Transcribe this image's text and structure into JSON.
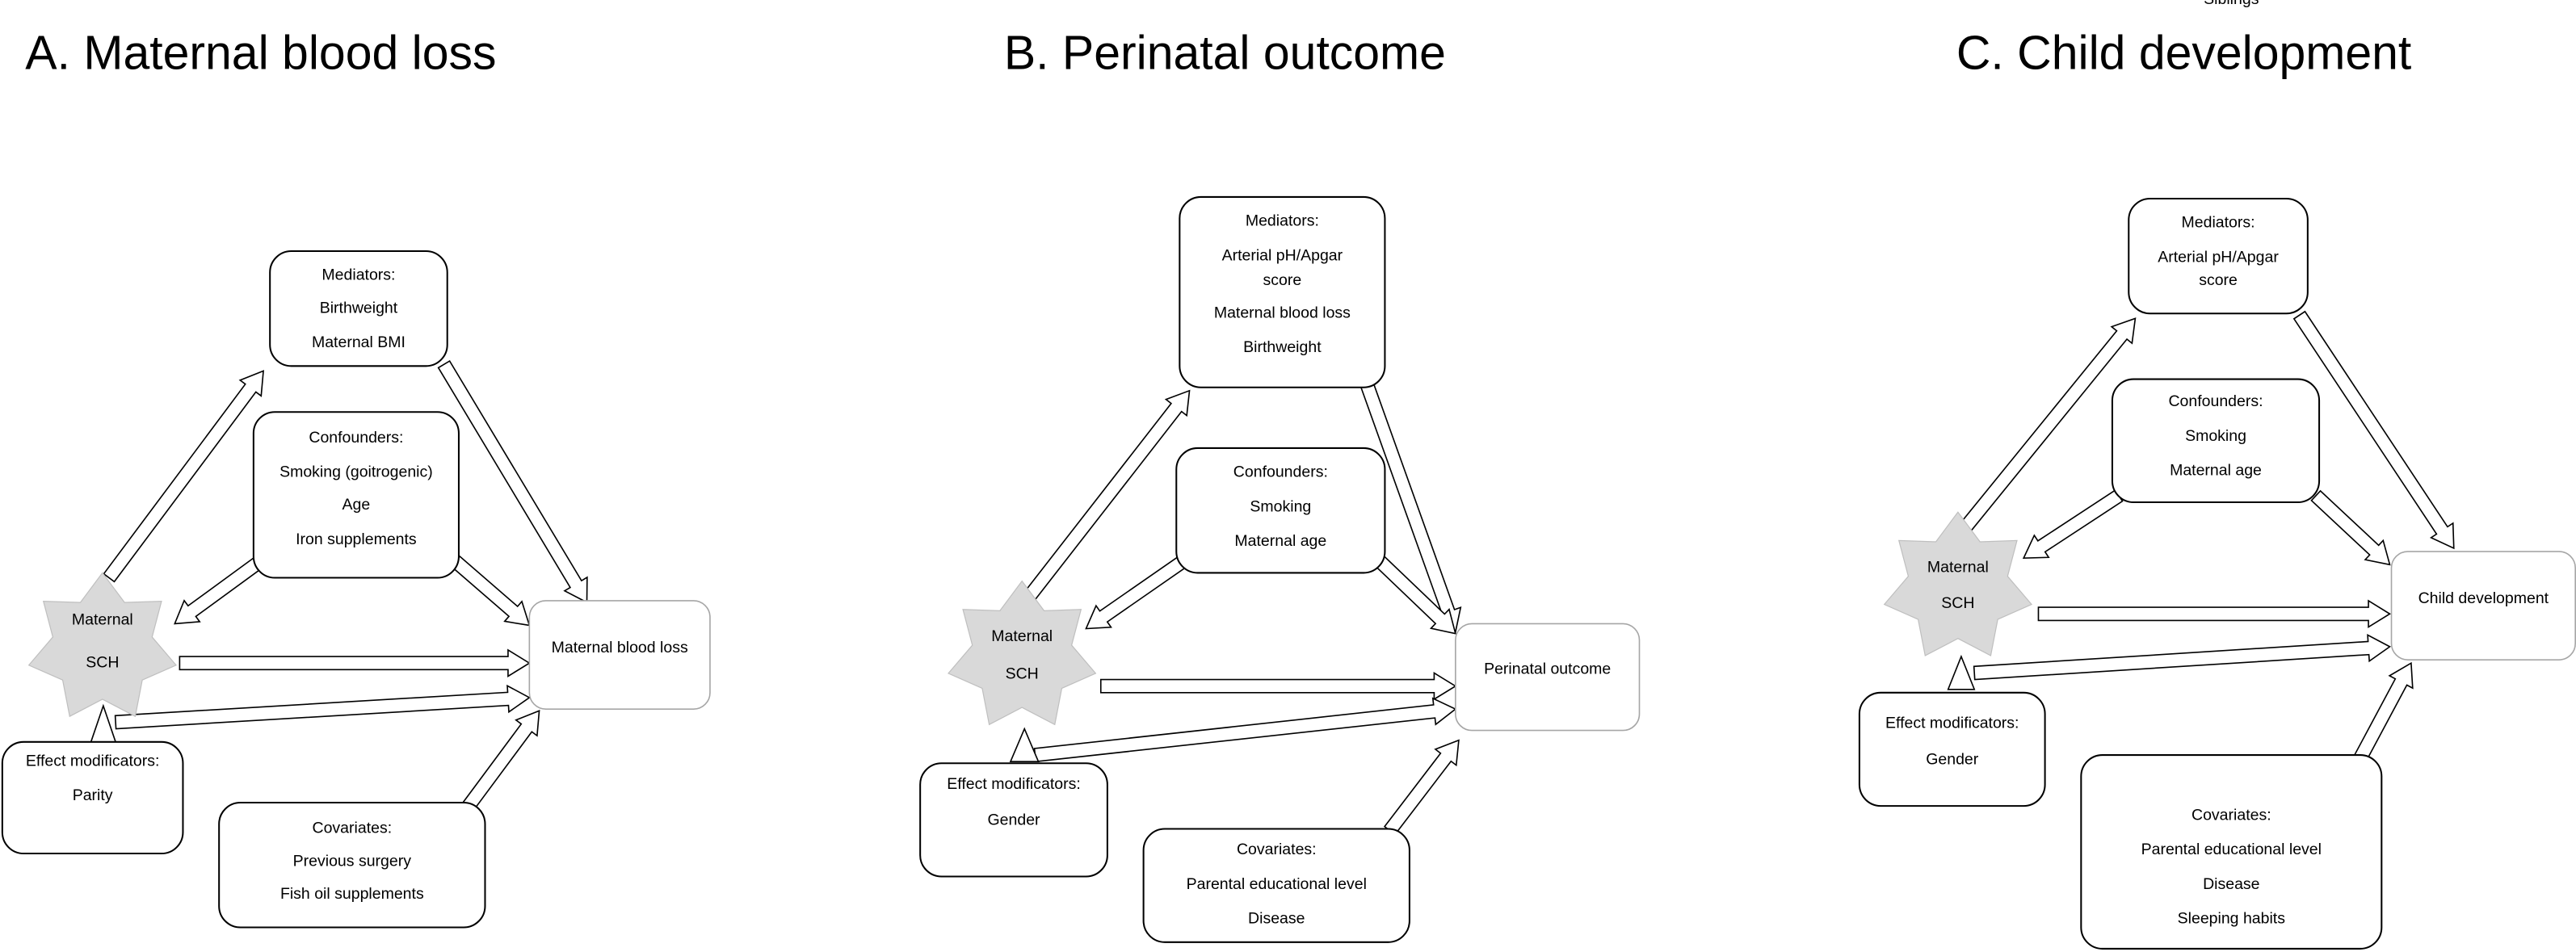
{
  "colors": {
    "exposure_fill": "#d9d9d9",
    "outcome_border": "#a6a6a6",
    "arrow_fill": "#ffffff",
    "stroke": "#000000"
  },
  "panels": [
    {
      "title": "A. Maternal blood loss",
      "exposure": [
        "Maternal",
        "SCH"
      ],
      "outcome": [
        "Maternal blood loss"
      ],
      "mediators": [
        "Mediators:",
        "Birthweight",
        "Maternal BMI"
      ],
      "confounders": [
        "Confounders:",
        "Smoking (goitrogenic)",
        "Age",
        "Iron supplements"
      ],
      "effect_modificators": [
        "Effect modificators:",
        "Parity"
      ],
      "covariates": [
        "Covariates:",
        "Previous surgery",
        "Fish oil supplements"
      ]
    },
    {
      "title": "B. Perinatal outcome",
      "exposure": [
        "Maternal",
        "SCH"
      ],
      "outcome": [
        "Perinatal outcome"
      ],
      "mediators": [
        "Mediators:",
        "Arterial pH/Apgar",
        "score",
        "Maternal blood loss",
        "Birthweight"
      ],
      "confounders": [
        "Confounders:",
        "Smoking",
        "Maternal age"
      ],
      "effect_modificators": [
        "Effect modificators:",
        "Gender"
      ],
      "covariates": [
        "Covariates:",
        "Parental educational level",
        "Disease"
      ]
    },
    {
      "title": "C. Child development",
      "exposure": [
        "Maternal",
        "SCH"
      ],
      "outcome": [
        "Child development"
      ],
      "mediators": [
        "Mediators:",
        "Arterial pH/Apgar",
        "score"
      ],
      "confounders": [
        "Confounders:",
        "Smoking",
        "Maternal age"
      ],
      "effect_modificators": [
        "Effect modificators:",
        "Gender"
      ],
      "covariates": [
        "Covariates:",
        "Parental educational level",
        "Disease",
        "Sleeping habits",
        "Siblings"
      ]
    }
  ]
}
